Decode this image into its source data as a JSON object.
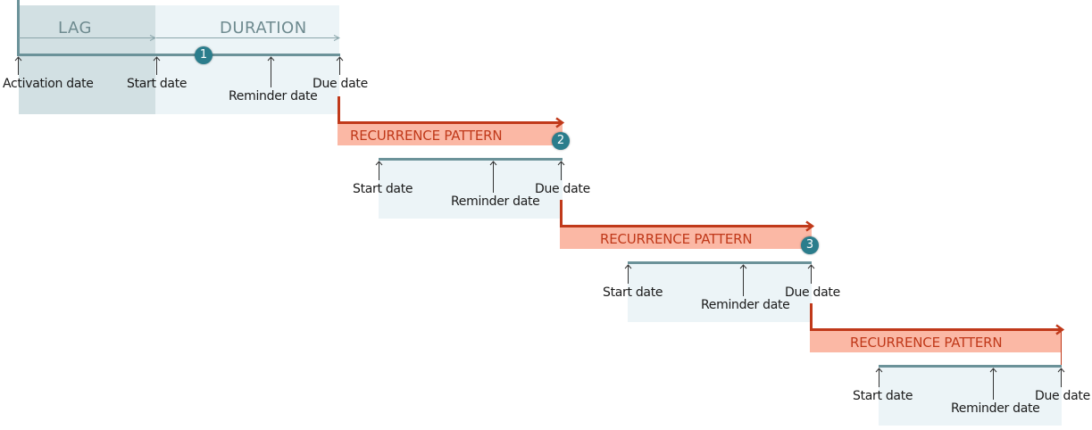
{
  "header": {
    "lag_label": "LAG",
    "duration_label": "DURATION"
  },
  "cycles": [
    {
      "badge": "1",
      "activation_label": "Activation date",
      "start_label": "Start date",
      "reminder_label": "Reminder date",
      "due_label": "Due date"
    },
    {
      "badge": "2",
      "recurrence_label": "RECURRENCE PATTERN",
      "start_label": "Start date",
      "reminder_label": "Reminder date",
      "due_label": "Due date"
    },
    {
      "badge": "3",
      "recurrence_label": "RECURRENCE PATTERN",
      "start_label": "Start date",
      "reminder_label": "Reminder date",
      "due_label": "Due date"
    },
    {
      "recurrence_label": "RECURRENCE PATTERN",
      "start_label": "Start date",
      "reminder_label": "Reminder date",
      "due_label": "Due date"
    }
  ],
  "colors": {
    "lag_fill": "#d2e0e3",
    "duration_fill": "#ecf4f7",
    "timeline": "#6b9299",
    "recurrence_fill": "#fbb8a5",
    "recurrence_line": "#c0391a",
    "badge": "#2b7d8c"
  }
}
